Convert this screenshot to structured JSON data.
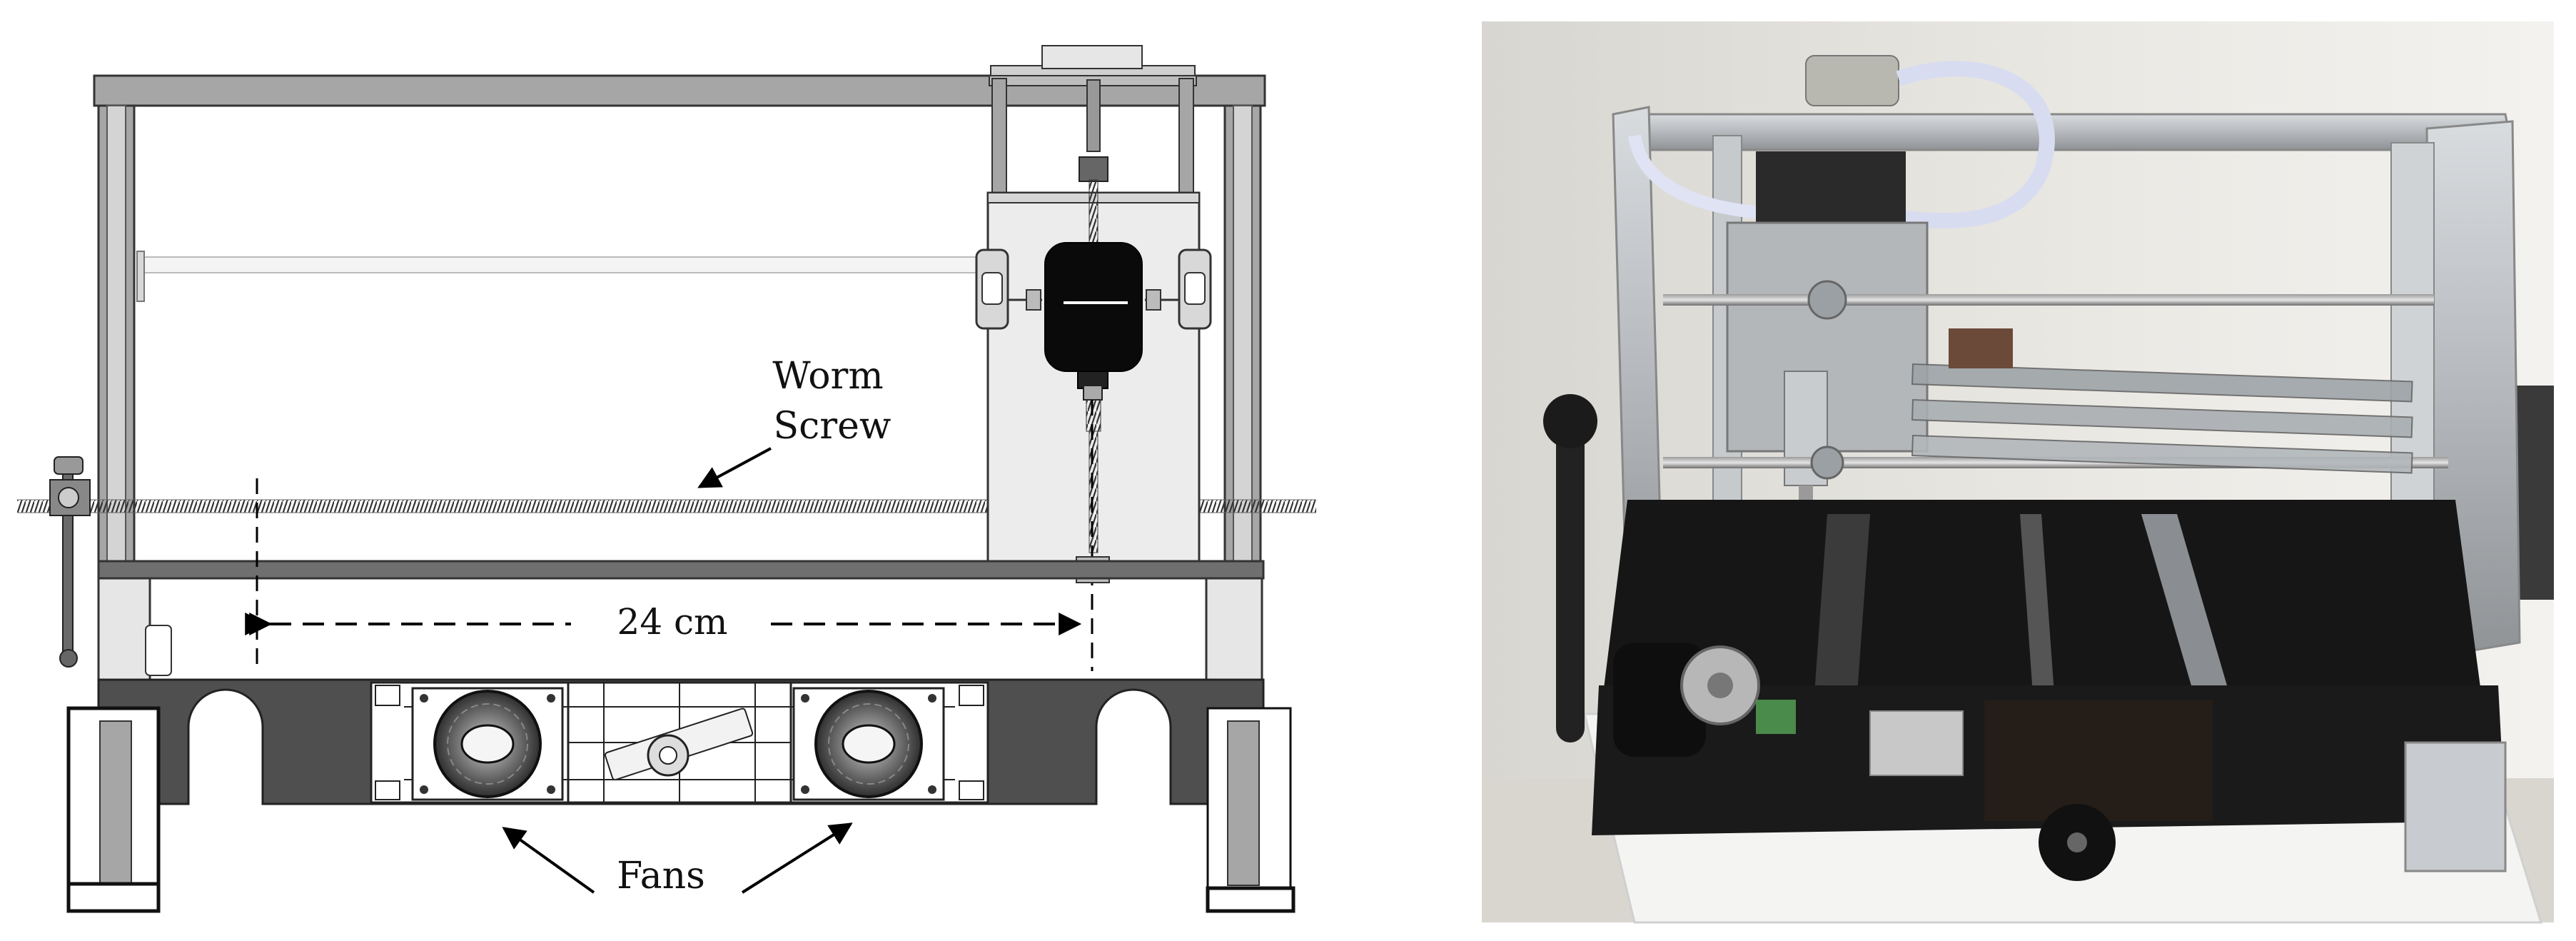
{
  "diagram": {
    "labels": {
      "worm_screw_line1": "Worm",
      "worm_screw_line2": "Screw",
      "dimension": "24 cm",
      "fans": "Fans"
    }
  },
  "colors": {
    "frame_gray": "#a6a6a6",
    "dark_gray": "#555555",
    "light_panel": "#ececec",
    "motor_black": "#0a0a0a",
    "outline": "#222222"
  }
}
